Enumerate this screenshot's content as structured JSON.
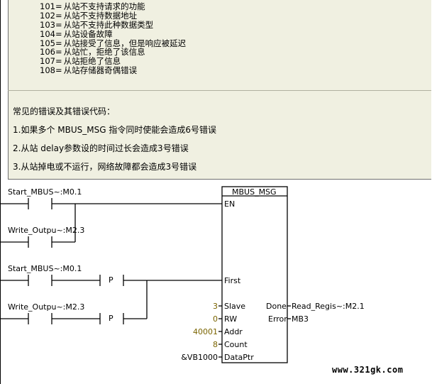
{
  "error_codes": [
    {
      "code": "101=",
      "text": "从站不支持请求的功能"
    },
    {
      "code": "102=",
      "text": "从站不支持数据地址"
    },
    {
      "code": "103=",
      "text": "从站不支持此种数据类型"
    },
    {
      "code": "104=",
      "text": "从站设备故障"
    },
    {
      "code": "105=",
      "text": "从站接受了信息，但是响应被延迟"
    },
    {
      "code": "106=",
      "text": "从站忙，拒绝了该信息"
    },
    {
      "code": "107=",
      "text": "从站拒绝了信息"
    },
    {
      "code": "108=",
      "text": "从站存储器奇偶错误"
    }
  ],
  "section_title": "常见的错误及其错误代码：",
  "notes": [
    "1.如果多个 MBUS_MSG 指令同时使能会造成6号错误",
    "2.从站 delay参数设的时间过长会造成3号错误",
    "3.从站掉电或不运行，网络故障都会造成3号错误"
  ],
  "ladder": {
    "contact1": "Start_MBUS~:M0.1",
    "contact2": "Write_Outpu~:M2.3",
    "contact3": "Start_MBUS~:M0.1",
    "contact4": "Write_Outpu~:M2.3",
    "p_label": "P",
    "block_title": "MBUS_MSG",
    "pins": {
      "en": "EN",
      "first": "First",
      "slave": "Slave",
      "rw": "RW",
      "addr": "Addr",
      "count": "Count",
      "dataptr": "DataPtr",
      "done": "Done",
      "error": "Error"
    },
    "values": {
      "slave": "3",
      "rw": "0",
      "addr": "40001",
      "count": "8",
      "dataptr": "&VB1000"
    },
    "outputs": {
      "done": "Read_Regis~:M2.1",
      "error": "MB3"
    }
  },
  "watermark": "www.321gk.com",
  "colors": {
    "comment_bg": "#f0f0e1",
    "value_text": "#7a6400",
    "line": "#000000"
  }
}
